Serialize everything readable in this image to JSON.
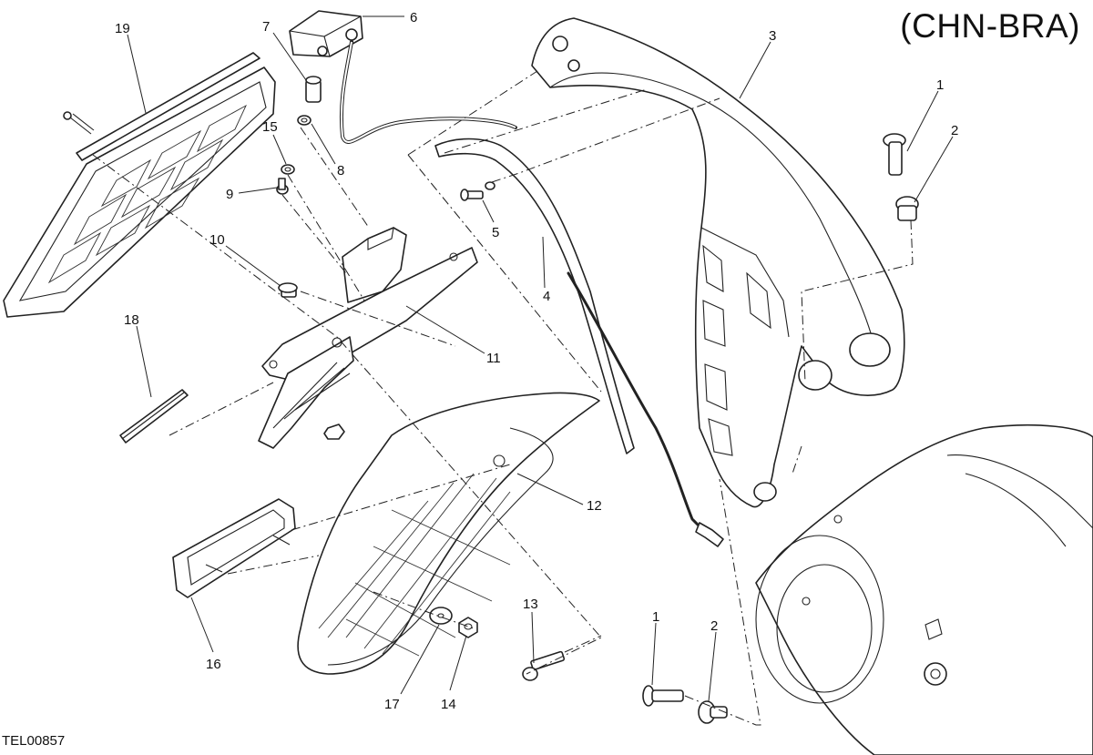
{
  "diagram": {
    "region_title": "(CHN-BRA)",
    "drawing_code": "TEL00857",
    "callouts": [
      "19",
      "7",
      "6",
      "3",
      "1",
      "2",
      "15",
      "8",
      "9",
      "5",
      "10",
      "4",
      "18",
      "11",
      "12",
      "13",
      "1",
      "2",
      "16",
      "17",
      "14"
    ]
  }
}
